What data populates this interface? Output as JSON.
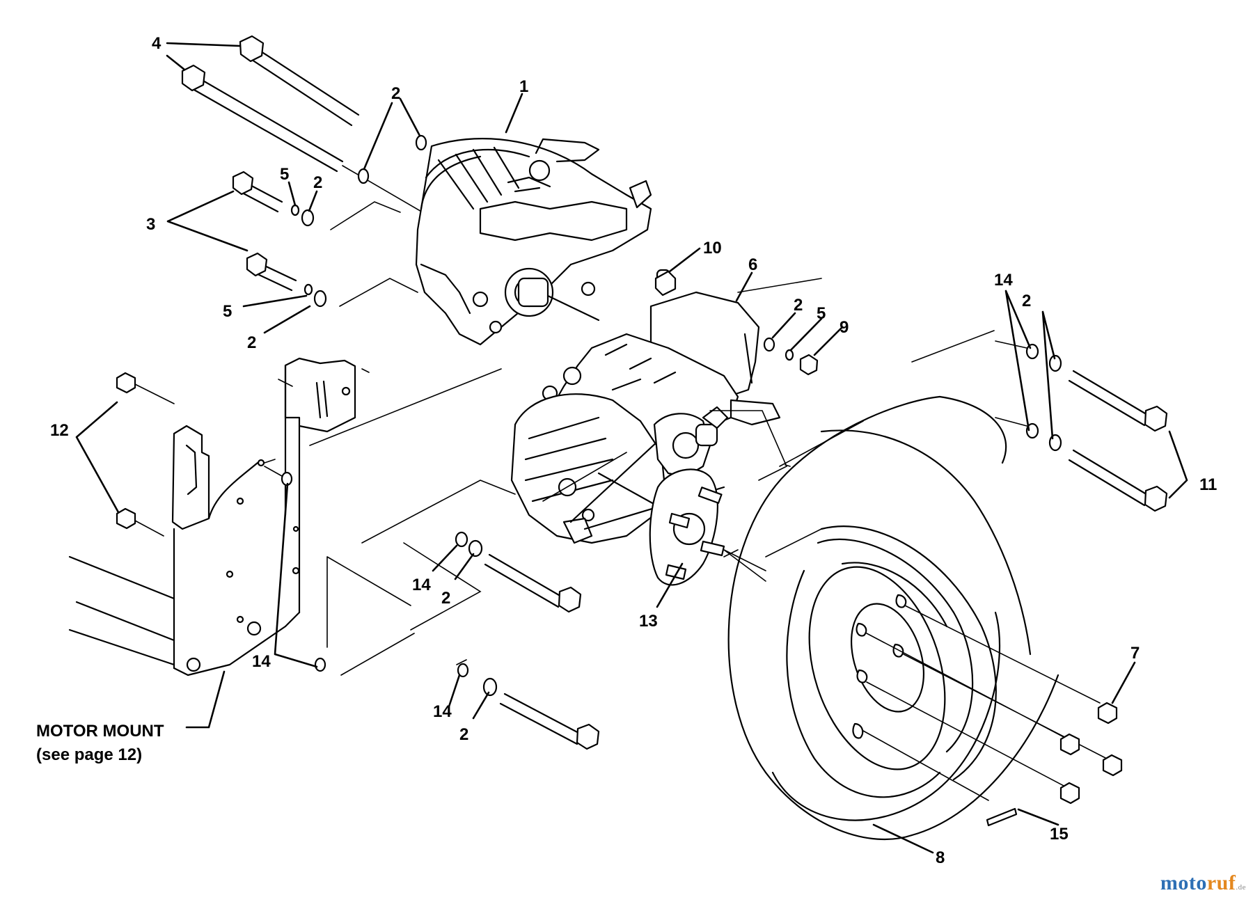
{
  "callouts": [
    {
      "id": "c1",
      "text": "1"
    },
    {
      "id": "c2a",
      "text": "2"
    },
    {
      "id": "c2b",
      "text": "2"
    },
    {
      "id": "c2c",
      "text": "2"
    },
    {
      "id": "c2d",
      "text": "2"
    },
    {
      "id": "c2e",
      "text": "2"
    },
    {
      "id": "c2f",
      "text": "2"
    },
    {
      "id": "c2g",
      "text": "2"
    },
    {
      "id": "c3",
      "text": "3"
    },
    {
      "id": "c4",
      "text": "4"
    },
    {
      "id": "c5a",
      "text": "5"
    },
    {
      "id": "c5b",
      "text": "5"
    },
    {
      "id": "c5c",
      "text": "5"
    },
    {
      "id": "c6",
      "text": "6"
    },
    {
      "id": "c7",
      "text": "7"
    },
    {
      "id": "c8",
      "text": "8"
    },
    {
      "id": "c9",
      "text": "9"
    },
    {
      "id": "c10",
      "text": "10"
    },
    {
      "id": "c11",
      "text": "11"
    },
    {
      "id": "c12",
      "text": "12"
    },
    {
      "id": "c13",
      "text": "13"
    },
    {
      "id": "c14a",
      "text": "14"
    },
    {
      "id": "c14b",
      "text": "14"
    },
    {
      "id": "c14c",
      "text": "14"
    },
    {
      "id": "c14d",
      "text": "14"
    },
    {
      "id": "c15",
      "text": "15"
    }
  ],
  "motor_mount": {
    "line1": "MOTOR MOUNT",
    "line2": "(see page 12)"
  },
  "watermark": {
    "part1": "moto",
    "part2": "ruf",
    "part3": ".de"
  }
}
